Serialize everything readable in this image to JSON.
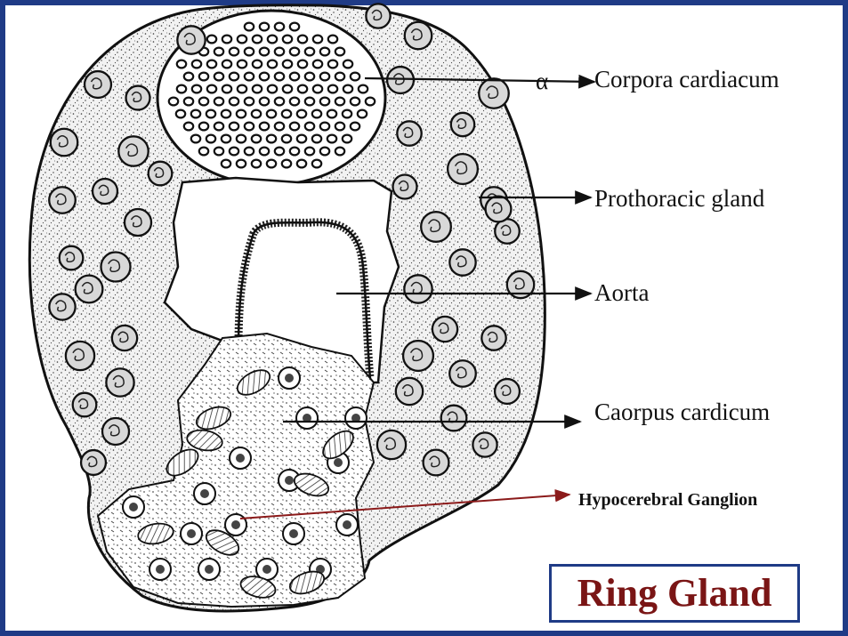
{
  "title": "Ring Gland",
  "labels": {
    "corpora_cardiacum": "Corpora cardiacum",
    "prothoracic_gland": "Prothoracic gland",
    "aorta": "Aorta",
    "caorpus_cardicum": "Caorpus cardicum",
    "hypocerebral_ganglion": "Hypocerebral Ganglion",
    "alpha_mark": "α"
  },
  "colors": {
    "frame_border": "#1f3b86",
    "title_text": "#7a1515",
    "hypocerebral_arrow": "#8b1a1a",
    "ink": "#111111"
  }
}
